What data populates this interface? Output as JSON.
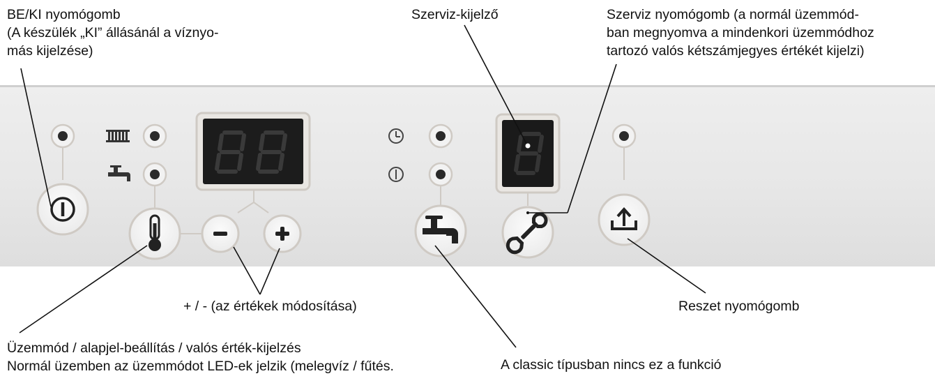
{
  "labels": {
    "power_button": "BE/KI  nyomógomb\n(A készülék „KI” állásánál a víznyo-\nmás kijelzése)",
    "service_display": "Szerviz-kijelző",
    "service_button": "Szerviz nyomógomb (a normál üzemmód-\nban megnyomva a mindenkori üzemmódhoz\ntartozó valós kétszámjegyes értékét kijelzi)",
    "plus_minus": "+ / - (az értékek módosítása)",
    "reset_button": "Reszet nyomógomb",
    "mode_setpoint": "Üzemmód / alapjel-beállítás / valós érték-kijelzés\nNormál üzemben az üzemmódot LED-ek jelzik (melegvíz / fűtés.",
    "classic_note": "A classic típusban nincs ez a funkció"
  },
  "icons": {
    "power": "power-icon",
    "radiator": "radiator-icon",
    "tap": "tap-icon",
    "thermometer": "thermometer-icon",
    "minus": "minus-icon",
    "plus": "plus-icon",
    "clock": "clock-icon",
    "power_small": "power-small-icon",
    "tap_button": "tap-icon",
    "wrench": "wrench-icon",
    "reset": "reset-icon"
  },
  "colors": {
    "panel": "#e8e8e8",
    "ring": "#cfcac4",
    "led": "#2a2a2a",
    "display": "#1c1c1c",
    "segment": "#3a3a3a",
    "text": "#111111"
  }
}
